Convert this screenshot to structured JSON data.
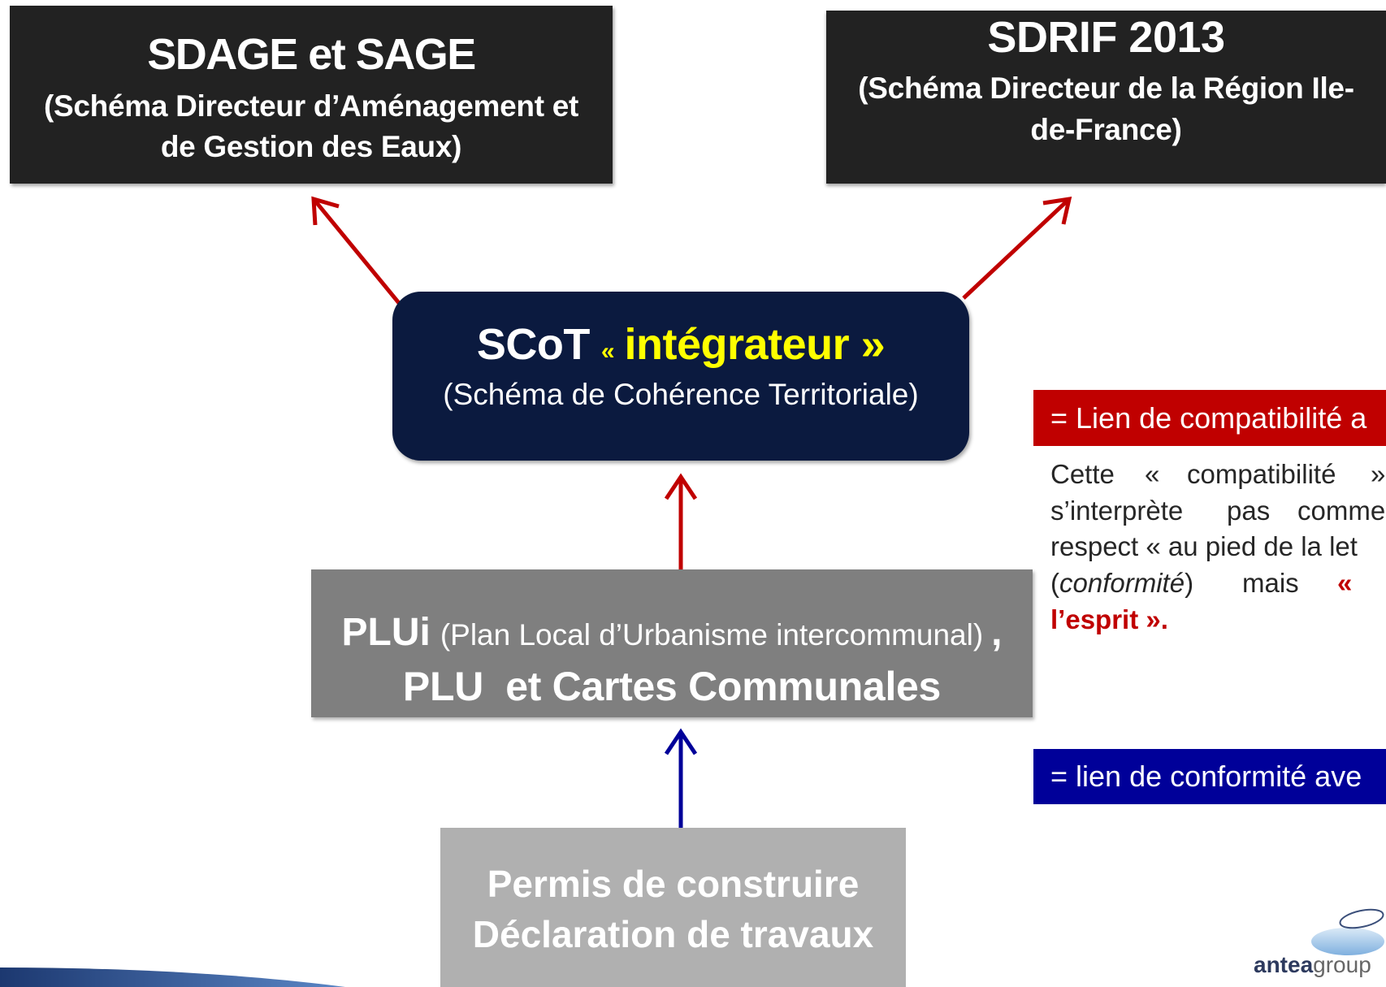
{
  "diagram": {
    "sdage": {
      "title": "SDAGE et SAGE",
      "subtitle_line1": "(Schéma Directeur d’Aménagement et",
      "subtitle_line2": "de Gestion des Eaux)"
    },
    "sdrif": {
      "title": "SDRIF 2013",
      "subtitle_line1": "(Schéma Directeur de la Région Ile-",
      "subtitle_line2": "de-France)"
    },
    "scot": {
      "acronym": "SCoT",
      "quote_open": "«",
      "qualifier": "intégrateur »",
      "subtitle": "(Schéma de Cohérence Territoriale)"
    },
    "plui": {
      "acronym": "PLUi",
      "expansion": "(Plan Local d’Urbanisme intercommunal)",
      "comma": ",",
      "line2": "PLU  et Cartes Communales"
    },
    "permis": {
      "line1": "Permis de construire",
      "line2": "Déclaration de travaux"
    }
  },
  "legend": {
    "compatibility_label": "= Lien de compatibilité a",
    "conformity_label": "= lien de conformité ave"
  },
  "compatibility_note": {
    "line1": [
      "Cette",
      "«",
      "compatibilité",
      "»"
    ],
    "line2": [
      "s’interprète",
      "pas",
      "comme"
    ],
    "line3": "respect « au pied de la let",
    "line4": {
      "open": "(",
      "italic": "conformité",
      "close": ")",
      "word": "mais",
      "red": "«"
    },
    "line5": "l’esprit »."
  },
  "logo": {
    "brand_bold": "antea",
    "brand_light": "group"
  },
  "colors": {
    "compatibility_red": "#c00000",
    "conformity_blue": "#000099",
    "highlight_yellow": "#ffff00",
    "box_dark": "#222222",
    "box_navy": "#0b1a3f",
    "box_gray": "#7f7f7f",
    "box_light_gray": "#b0b0b0",
    "note_text": "#262626"
  }
}
